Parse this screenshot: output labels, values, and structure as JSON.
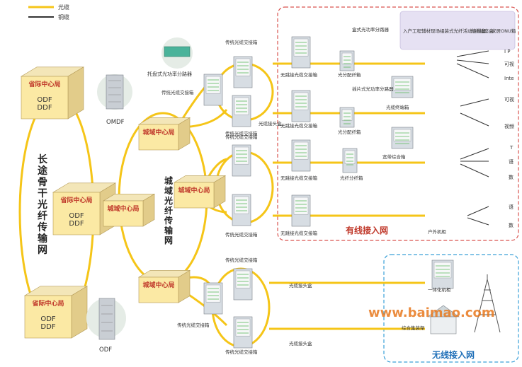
{
  "legend": {
    "fiber": "光缆",
    "copper": "铜缆"
  },
  "colors": {
    "fiber": "#f5c518",
    "copper": "#333333",
    "wired_border": "#d9534f",
    "wireless_border": "#3aa0d8",
    "box_top": "#f3e6b8",
    "box_side": "#e2cc8a",
    "box_front": "#fbe9a4",
    "box_label": "#c0392b",
    "cabinet": "#d7dde3",
    "watermark": "#e8791e"
  },
  "left_label": "长途骨干光纤传输网",
  "metro_label": "城域光纤传输网",
  "boxes": {
    "top": {
      "label": "省际中心局",
      "odf1": "ODF",
      "odf2": "DDF"
    },
    "middle": {
      "label": "省际中心局",
      "odf1": "ODF",
      "odf2": "DDF"
    },
    "bottom": {
      "label": "省际中心局",
      "odf1": "ODF",
      "odf2": "DDF"
    },
    "city": "城域中心局"
  },
  "labels": {
    "omdf": "OMDF",
    "odf": "ODF",
    "tray_splitter": "托盘式光功率分路器",
    "trad_box": "传统光缆交接箱",
    "joint_box": "光缆接头盒",
    "no_jump_box": "无跳接光缆交接箱",
    "splitter_box": "光分配纤箱",
    "fiber_split_box": "光纤分纤箱",
    "box_splitter": "盒式光功率分路器",
    "plug_splitter": "插片式光功率分路器",
    "terminal_box": "光缆终端箱",
    "broadband_box": "宽带综合箱",
    "outdoor_cab": "户外机柜",
    "integrated_cab": "一体化机柜",
    "integrated_rack": "综合集装架",
    "wired_title": "有线接入网",
    "wireless_title": "无线接入网"
  },
  "legend_box": {
    "items": [
      "入户工程辅材",
      "现场组装式光纤活动连接器",
      "光纤插座盒",
      "家居ONU箱"
    ]
  },
  "services": {
    "top": [
      "I P",
      "可视",
      "Inte"
    ],
    "second": [
      "可视",
      "视频"
    ],
    "third": [
      "T",
      "语",
      "数"
    ],
    "fourth": [
      "语",
      "数"
    ]
  },
  "watermark": "www.baimao.com"
}
